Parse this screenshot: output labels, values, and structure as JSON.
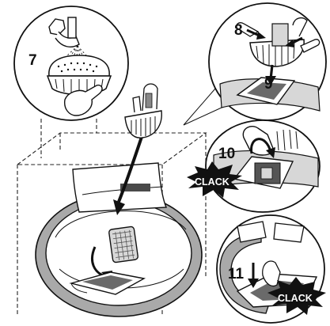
{
  "steps": {
    "s7": "7",
    "s8": "8",
    "s9": "9",
    "s10": "10",
    "s11": "11"
  },
  "sounds": {
    "clack_step10": "CLACK",
    "clack_step11": "CLACK"
  },
  "colors": {
    "line": "#111111",
    "drum_gray": "#a9a9a9",
    "filter_gray": "#d7d7d7",
    "clack_burst": "#111111",
    "clack_text": "#ffffff"
  },
  "icons": {
    "faucet": "faucet-icon",
    "hands": "hand-icon",
    "basket": "filter-basket-icon",
    "arrow": "arrow-icon"
  }
}
